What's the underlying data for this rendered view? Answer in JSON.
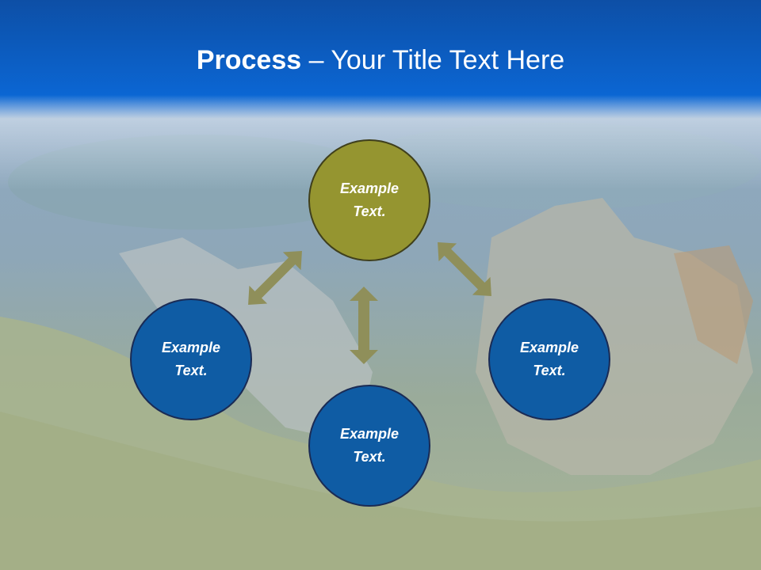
{
  "slide": {
    "title_bold": "Process",
    "title_rest": " – Your Title Text Here"
  },
  "nodes": {
    "top": {
      "text": "Example Text.",
      "color": "#959530"
    },
    "left": {
      "text": "Example Text.",
      "color": "#0f5ca4"
    },
    "right": {
      "text": "Example Text.",
      "color": "#0f5ca4"
    },
    "bottom": {
      "text": "Example Text.",
      "color": "#0f5ca4"
    }
  },
  "colors": {
    "title_band": "#0a56b8",
    "arrow": "#8f8f5a"
  }
}
